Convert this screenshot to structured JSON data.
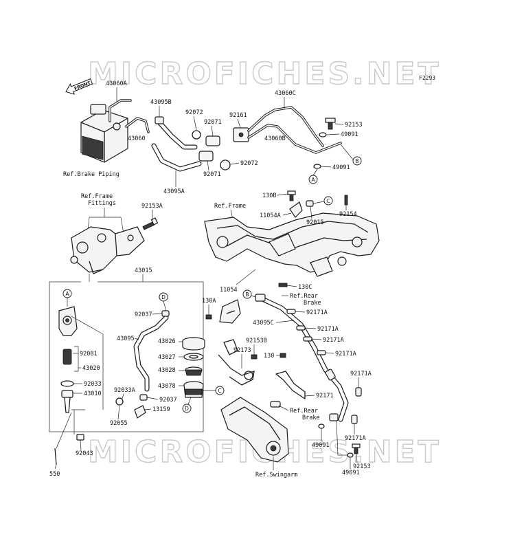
{
  "watermark": "MICROFICHES.NET",
  "figure_id": "F2293",
  "front_label": "FRONT",
  "refs": {
    "brake_piping": "Ref.Brake Piping",
    "frame_fittings_1": "Ref.Frame",
    "frame_fittings_2": "Fittings",
    "frame": "Ref.Frame",
    "rear_brake_1_a": "Ref.Rear",
    "rear_brake_1_b": "Brake",
    "rear_brake_2_a": "Ref.Rear",
    "rear_brake_2_b": "Brake",
    "swingarm": "Ref.Swingarm"
  },
  "callouts": {
    "A": "A",
    "B": "B",
    "C": "C",
    "D": "D"
  },
  "parts": {
    "p43060A": "43060A",
    "p43095B": "43095B",
    "p92072a": "92072",
    "p92071a": "92071",
    "p92161": "92161",
    "p43060C": "43060C",
    "p92153": "92153",
    "p49091a": "49091",
    "p43060": "43060",
    "p43060B": "43060B",
    "p49091b": "49091",
    "p92072b": "92072",
    "p92071b": "92071",
    "p43095A": "43095A",
    "p92153A": "92153A",
    "p130B": "130B",
    "p11054A": "11054A",
    "p92015": "92015",
    "p92154": "92154",
    "p43015": "43015",
    "p11054": "11054",
    "p130C": "130C",
    "p130A": "130A",
    "p92171A_1": "92171A",
    "p43095C": "43095C",
    "p92171A_2": "92171A",
    "p92171A_3": "92171A",
    "p92171A_4": "92171A",
    "p92171A_5": "92171A",
    "p92171A_6": "92171A",
    "p92037a": "92037",
    "p43095": "43095",
    "p43026": "43026",
    "p43027": "43027",
    "p43028": "43028",
    "p43078": "43078",
    "p92037b": "92037",
    "p13159": "13159",
    "p92033A": "92033A",
    "p92055": "92055",
    "p92081": "92081",
    "p43020": "43020",
    "p92033": "92033",
    "p43010": "43010",
    "p92043": "92043",
    "p550": "550",
    "p92153B": "92153B",
    "p92173": "92173",
    "p130": "130",
    "p92171": "92171",
    "p49091c": "49091",
    "p49091d": "49091",
    "p92153b": "92153"
  }
}
